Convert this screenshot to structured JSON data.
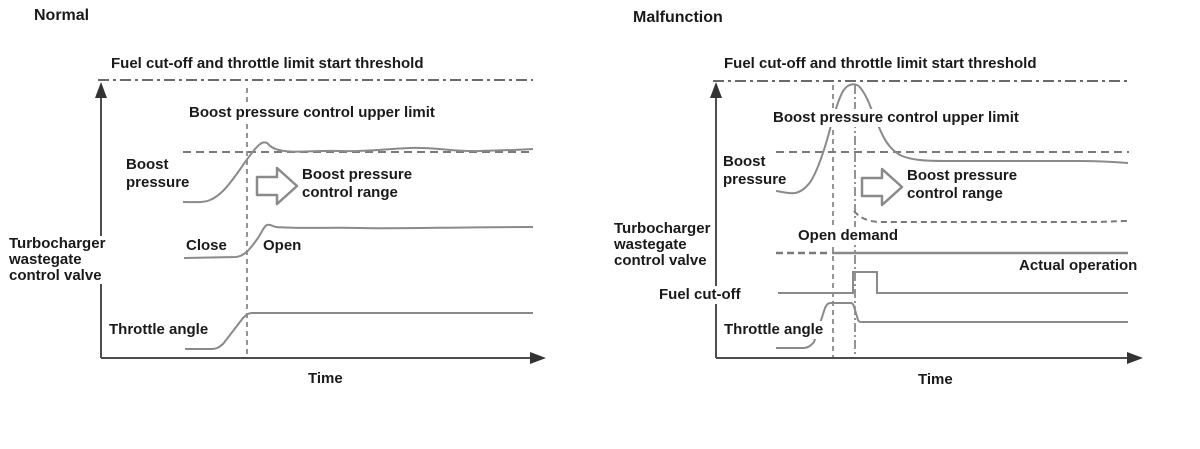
{
  "colors": {
    "curve": "#8a8a8a",
    "dashed": "#7a7a7a",
    "axis": "#4d4d4d",
    "text": "#1a1a1a"
  },
  "panels": {
    "normal": {
      "title": "Normal",
      "threshold_label": "Fuel cut-off and throttle limit start threshold",
      "upper_limit_label": "Boost pressure control upper limit",
      "boost_pressure_label": [
        "Boost",
        "pressure"
      ],
      "control_range_label": [
        "Boost pressure",
        "control range"
      ],
      "valve_label": [
        "Turbocharger",
        "wastegate",
        "control valve"
      ],
      "close_label": "Close",
      "open_label": "Open",
      "throttle_label": "Throttle angle",
      "time_label": "Time"
    },
    "malfunction": {
      "title": "Malfunction",
      "threshold_label": "Fuel cut-off and throttle limit start threshold",
      "upper_limit_label": "Boost pressure control upper limit",
      "boost_pressure_label": [
        "Boost",
        "pressure"
      ],
      "control_range_label": [
        "Boost pressure",
        "control range"
      ],
      "valve_label": [
        "Turbocharger",
        "wastegate",
        "control valve"
      ],
      "open_demand_label": "Open demand",
      "actual_operation_label": "Actual operation",
      "fuel_cutoff_label": "Fuel cut-off",
      "throttle_label": "Throttle angle",
      "time_label": "Time"
    }
  }
}
